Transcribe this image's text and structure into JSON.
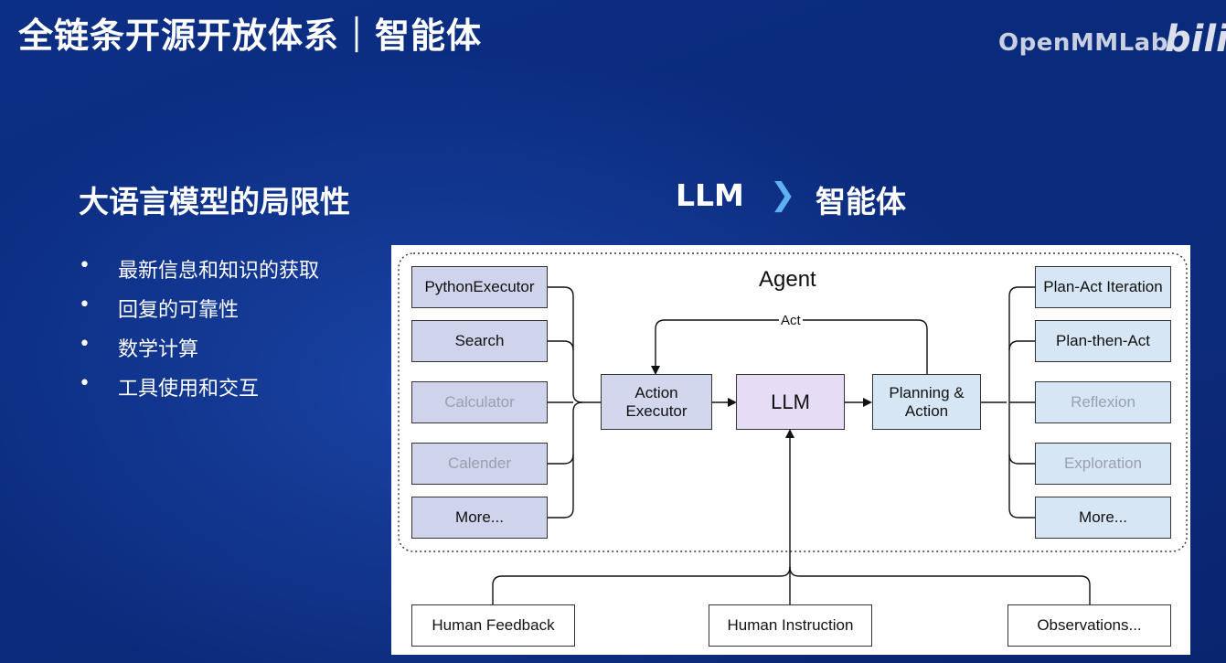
{
  "slide": {
    "title": "全链条开源开放体系｜智能体",
    "brand": "OpenMMLab",
    "watermark": "bili"
  },
  "left": {
    "heading": "大语言模型的局限性",
    "bullet_marker": "•",
    "bullets": [
      "最新信息和知识的获取",
      "回复的可靠性",
      "数学计算",
      "工具使用和交互"
    ]
  },
  "right": {
    "heading_left": "LLM",
    "heading_arrow": "❯",
    "heading_right": "智能体"
  },
  "diagram": {
    "agent_label": "Agent",
    "act_label": "Act",
    "tools": [
      "PythonExecutor",
      "Search",
      "Calculator",
      "Calender",
      "More..."
    ],
    "action_executor": "Action Executor",
    "llm": "LLM",
    "planning": "Planning & Action",
    "plans": [
      "Plan-Act Iteration",
      "Plan-then-Act",
      "Reflexion",
      "Exploration",
      "More..."
    ],
    "inputs": [
      "Human Feedback",
      "Human Instruction",
      "Observations..."
    ]
  },
  "colors": {
    "background": "#0b2c80",
    "heading_arrow": "#5fb0f0",
    "tool_box": "#cfd3ec",
    "plan_box": "#d6e6f4",
    "llm_box": "#e6dcf6",
    "faded_text": "#9aa0b0"
  }
}
